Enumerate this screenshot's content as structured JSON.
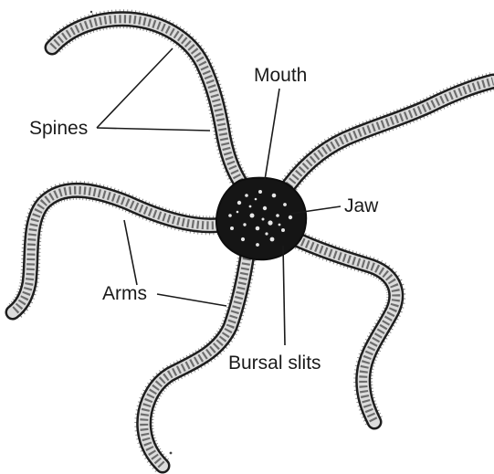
{
  "labels": {
    "mouth": "Mouth",
    "spines": "Spines",
    "jaw": "Jaw",
    "arms": "Arms",
    "bursal_slits": "Bursal slits"
  }
}
